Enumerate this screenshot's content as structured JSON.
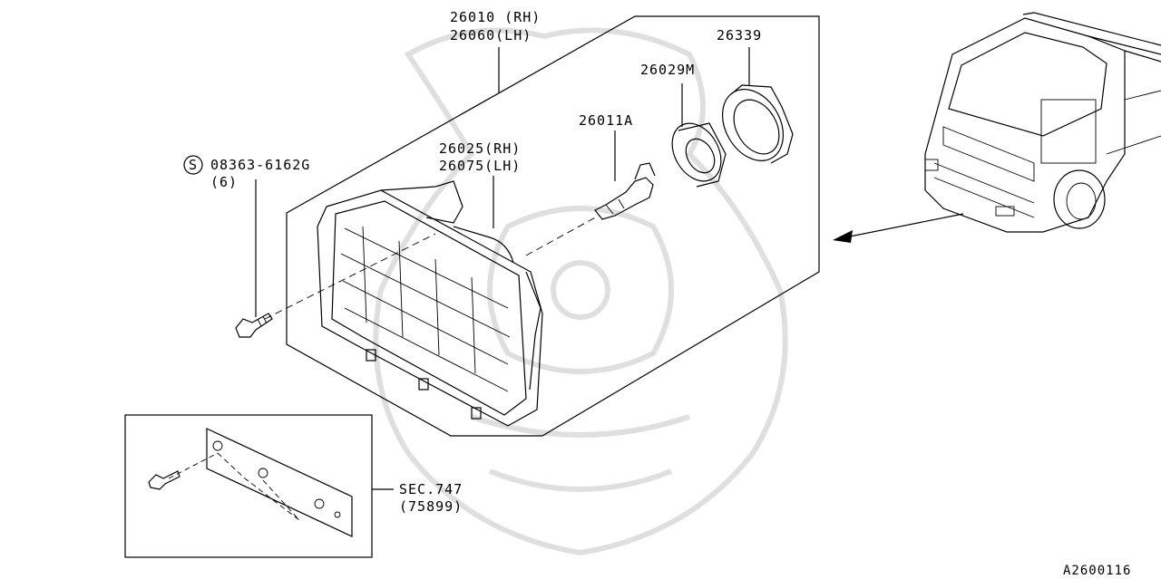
{
  "diagram_code": "A2600116",
  "labels": {
    "headlamp_assy_rh": "26010 (RH)",
    "headlamp_assy_lh": "26060(LH)",
    "headlamp_housing_rh": "26025(RH)",
    "headlamp_housing_lh": "26075(LH)",
    "bulb": "26011A",
    "socket": "26029M",
    "cap": "26339",
    "screw_symbol": "S",
    "screw_part": "08363-6162G",
    "screw_qty": "(6)",
    "section_ref": "SEC.747",
    "section_sub": "(75899)"
  }
}
